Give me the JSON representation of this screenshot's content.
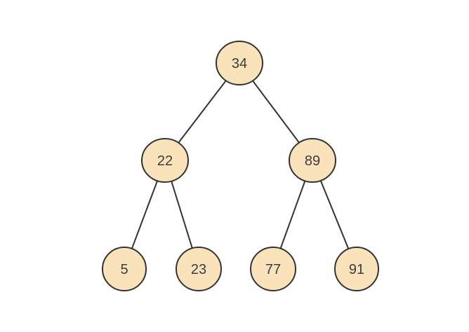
{
  "tree": {
    "type": "binary-tree",
    "root_value": "34",
    "nodes": {
      "n34": {
        "value": "34"
      },
      "n22": {
        "value": "22"
      },
      "n89": {
        "value": "89"
      },
      "n5": {
        "value": "5"
      },
      "n23": {
        "value": "23"
      },
      "n77": {
        "value": "77"
      },
      "n91": {
        "value": "91"
      }
    },
    "edges": [
      {
        "from": "34",
        "to": "22"
      },
      {
        "from": "34",
        "to": "89"
      },
      {
        "from": "22",
        "to": "5"
      },
      {
        "from": "22",
        "to": "23"
      },
      {
        "from": "89",
        "to": "77"
      },
      {
        "from": "89",
        "to": "91"
      }
    ],
    "colors": {
      "node_fill": "#fae2bb",
      "node_stroke": "#333333",
      "edge_stroke": "#333333",
      "label_text": "#3d3d3d",
      "background": "#ffffff"
    }
  }
}
